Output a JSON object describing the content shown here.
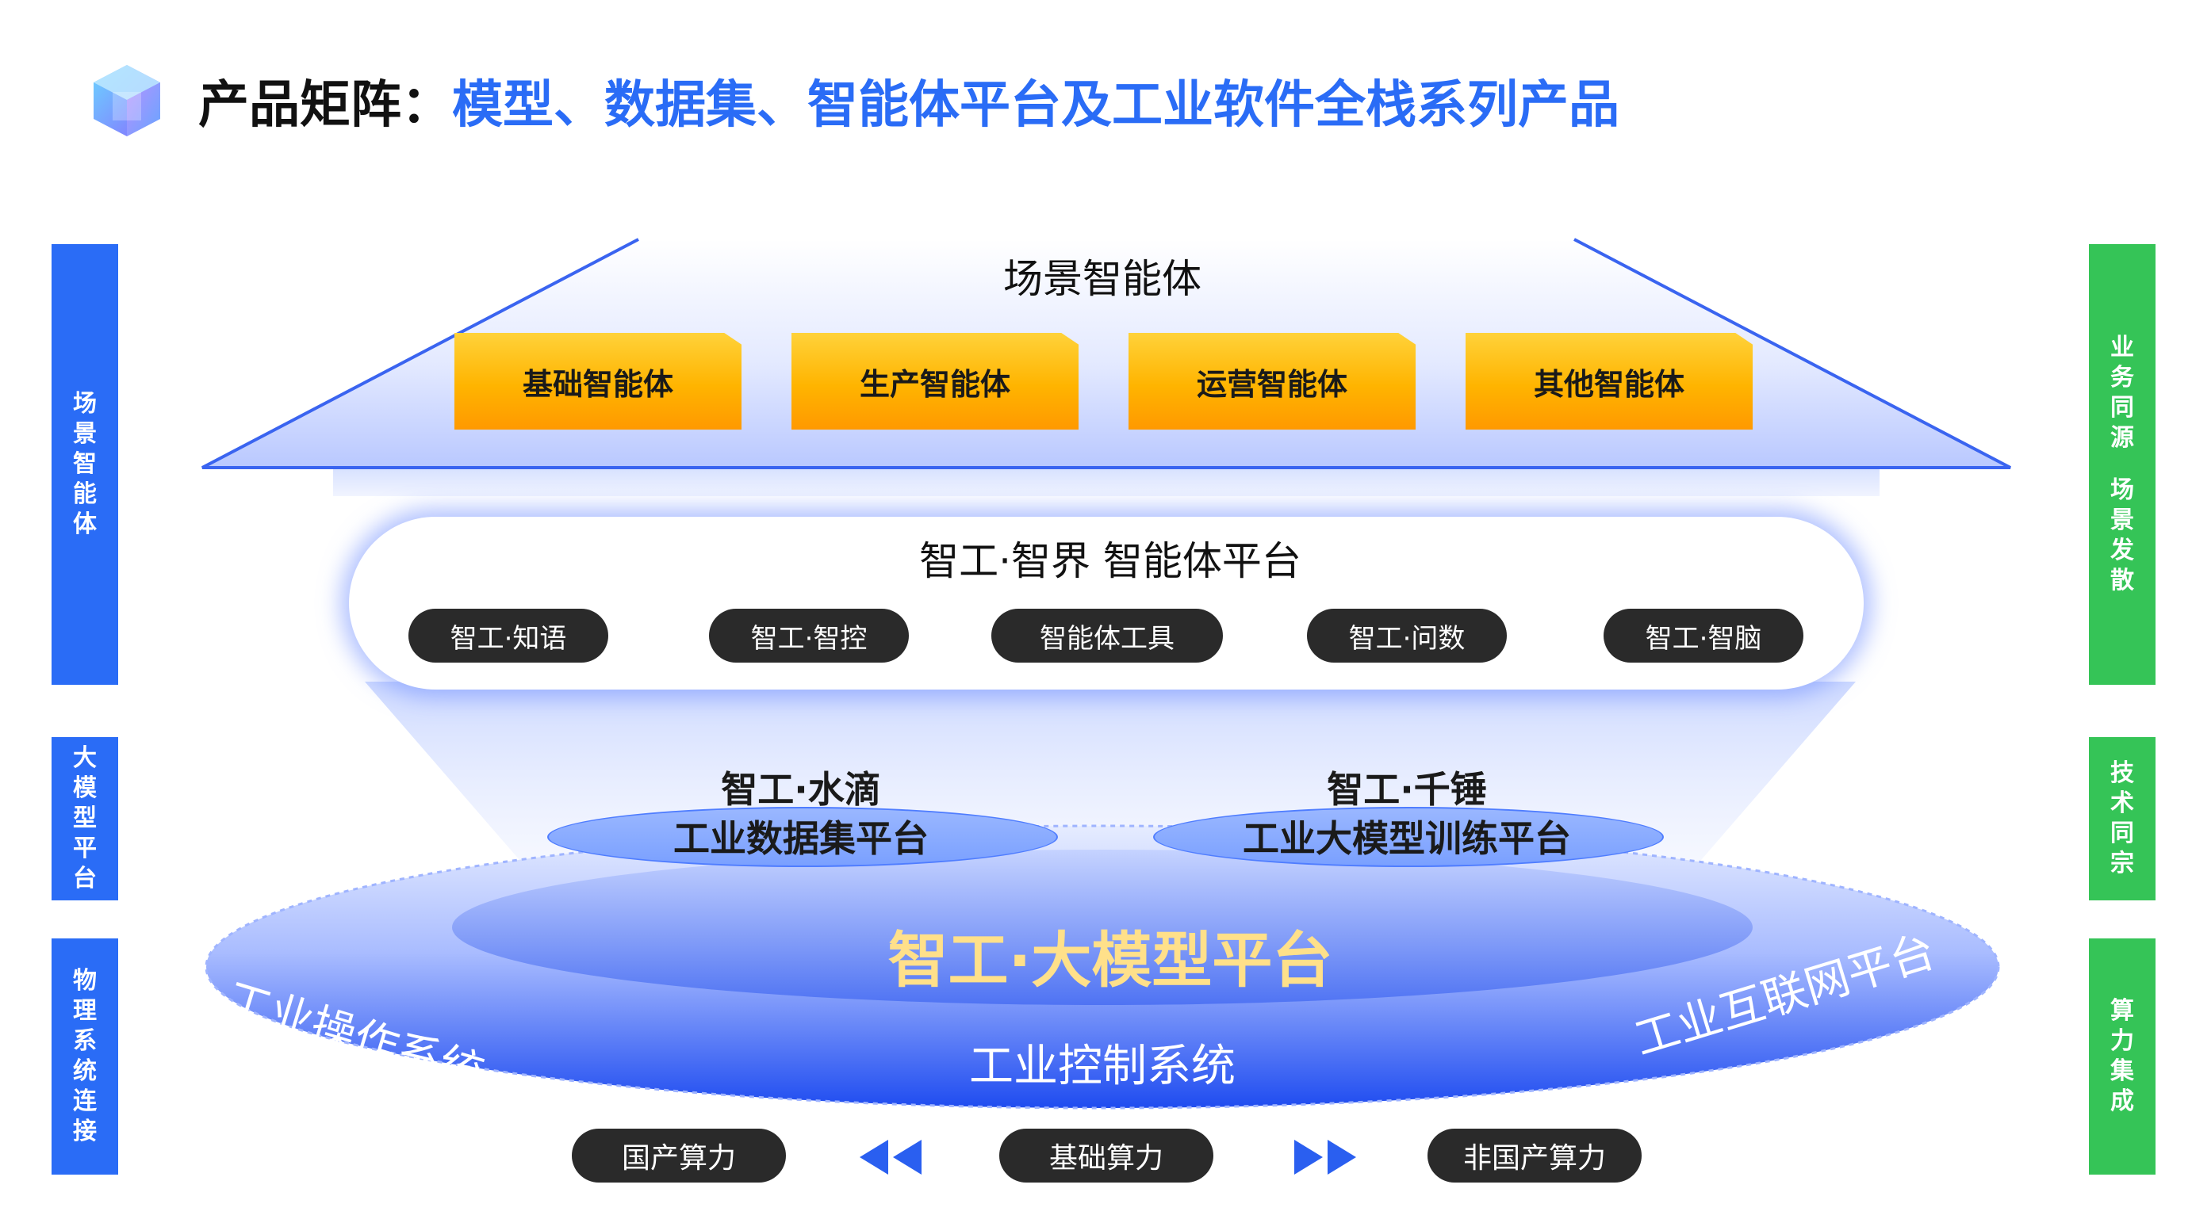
{
  "header": {
    "title_prefix": "产品矩阵：",
    "title_main": "模型、数据集、智能体平台及工业软件全栈系列产品"
  },
  "left_bars": [
    {
      "chars": [
        "场",
        "景",
        "智",
        "能",
        "体"
      ]
    },
    {
      "chars": [
        "大",
        "模",
        "型",
        "平",
        "台"
      ]
    },
    {
      "chars": [
        "物",
        "理",
        "系",
        "统",
        "连",
        "接"
      ]
    }
  ],
  "right_bars": [
    {
      "groups": [
        [
          "业",
          "务",
          "同",
          "源"
        ],
        [
          "场",
          "景",
          "发",
          "散"
        ]
      ]
    },
    {
      "groups": [
        [
          "技",
          "术",
          "同",
          "宗"
        ]
      ]
    },
    {
      "groups": [
        [
          "算",
          "力",
          "集",
          "成"
        ]
      ]
    }
  ],
  "scene": {
    "title": "场景智能体",
    "agents": [
      "基础智能体",
      "生产智能体",
      "运营智能体",
      "其他智能体"
    ]
  },
  "agent_platform": {
    "title": "智工·智界 智能体平台",
    "tools": [
      "智工·知语",
      "智工·智控",
      "智能体工具",
      "智工·问数",
      "智工·智脑"
    ]
  },
  "model_platforms": [
    {
      "line1": "智工·水滴",
      "line2": "工业数据集平台"
    },
    {
      "line1": "智工·千锤",
      "line2": "工业大模型训练平台"
    }
  ],
  "base": {
    "core_title": "智工·大模型平台",
    "left_label": "工业操作系统",
    "center_label": "工业控制系统",
    "right_label": "工业互联网平台"
  },
  "compute": {
    "items": [
      "国产算力",
      "基础算力",
      "非国产算力"
    ]
  },
  "colors": {
    "accent_blue": "#2a6cf6",
    "accent_green": "#35c457",
    "agent_orange": "#ffb400",
    "pill_dark": "#2a2a2a",
    "core_title": "#ffe08a"
  },
  "icons": [
    "cube-logo-icon",
    "double-left-arrow-icon",
    "double-right-arrow-icon"
  ]
}
